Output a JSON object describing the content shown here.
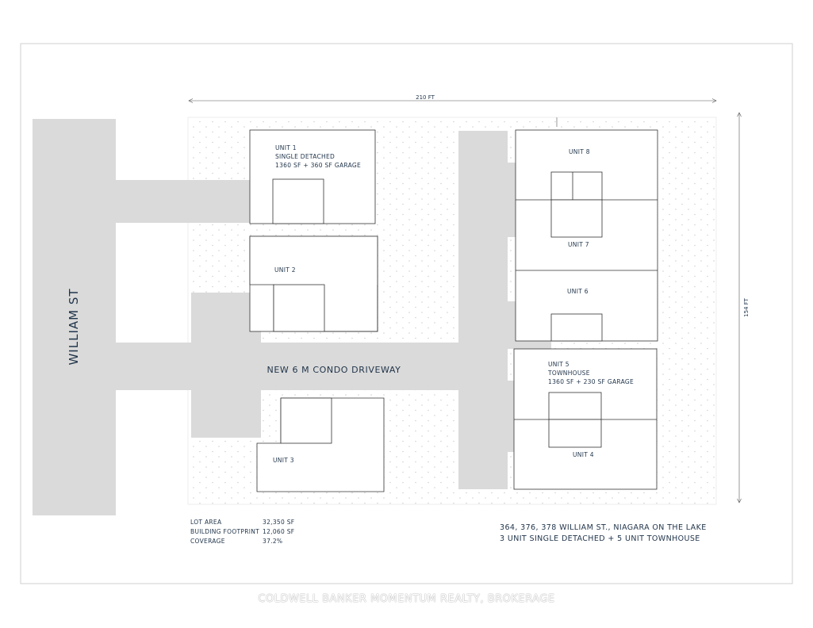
{
  "street_name": "WILLIAM ST",
  "driveway_label": "NEW 6 M CONDO DRIVEWAY",
  "dimensions": {
    "width": "210 FT",
    "depth": "154 FT"
  },
  "units": {
    "unit1": {
      "name": "UNIT 1",
      "type": "SINGLE DETACHED",
      "area": "1360 SF + 360 SF GARAGE"
    },
    "unit2": {
      "name": "UNIT 2"
    },
    "unit3": {
      "name": "UNIT 3"
    },
    "unit4": {
      "name": "UNIT 4"
    },
    "unit5": {
      "name": "UNIT 5",
      "type": "TOWNHOUSE",
      "area": "1360 SF + 230 SF GARAGE"
    },
    "unit6": {
      "name": "UNIT 6"
    },
    "unit7": {
      "name": "UNIT 7"
    },
    "unit8": {
      "name": "UNIT 8"
    }
  },
  "stats": [
    {
      "label": "LOT AREA",
      "value": "32,350 SF"
    },
    {
      "label": "BUILDING FOOTPRINT",
      "value": "12,060 SF"
    },
    {
      "label": "COVERAGE",
      "value": "37.2%"
    }
  ],
  "address": {
    "line1": "364, 376, 378 WILLIAM ST., NIAGARA ON THE LAKE",
    "line2": "3 UNIT SINGLE DETACHED + 5 UNIT TOWNHOUSE"
  },
  "watermark": "COLDWELL BANKER MOMENTUM REALTY, BROKERAGE",
  "colors": {
    "ink": "#1f3349",
    "road": "#dadada",
    "dots": "#d6d6d6"
  }
}
